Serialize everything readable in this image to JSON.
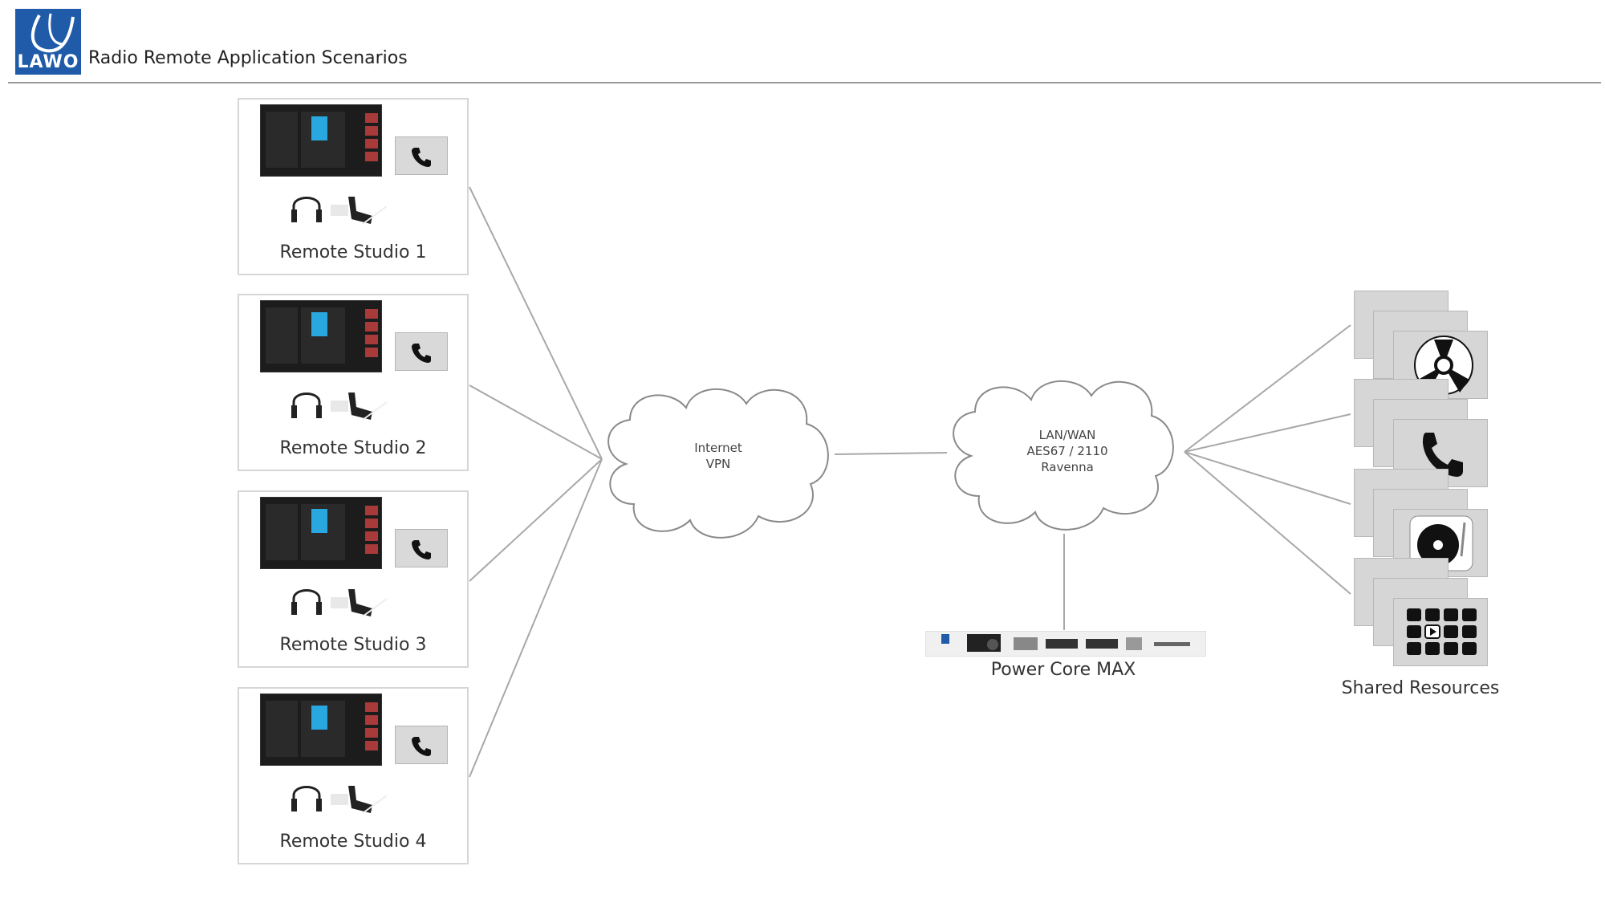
{
  "header": {
    "logo_text": "LAWO",
    "title": "Radio Remote Application Scenarios"
  },
  "studios": [
    {
      "label": "Remote Studio 1"
    },
    {
      "label": "Remote Studio 2"
    },
    {
      "label": "Remote Studio 3"
    },
    {
      "label": "Remote Studio 4"
    }
  ],
  "clouds": {
    "internet": {
      "line1": "Internet",
      "line2": "VPN"
    },
    "lan": {
      "line1": "LAN/WAN",
      "line2": "AES67 / 2110",
      "line3": "Ravenna"
    }
  },
  "device": {
    "label": "Power Core MAX"
  },
  "shared": {
    "label": "Shared Resources",
    "icons": [
      "tape-reel-icon",
      "phone-icon",
      "turntable-icon",
      "button-grid-icon"
    ]
  },
  "colors": {
    "accent": "#1f5ba8",
    "screen_highlight": "#29a8e0",
    "connector": "#a8a8a8",
    "tile": "#d6d6d6"
  }
}
